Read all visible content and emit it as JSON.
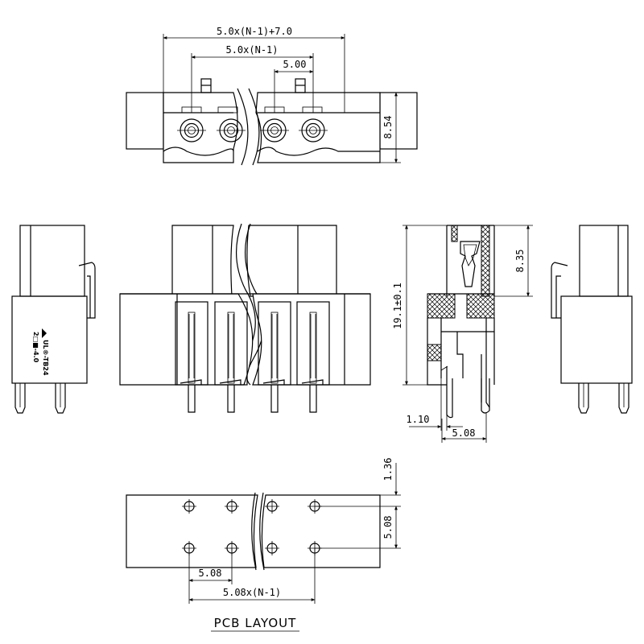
{
  "top_view": {
    "dim_overall": "5.0x(N-1)+7.0",
    "dim_span": "5.0x(N-1)",
    "dim_pitch": "5.00",
    "dim_height": "8.54",
    "screw_count": 4
  },
  "front_view": {
    "pin_count": 4
  },
  "left_side_view": {
    "marking_line1": "UL®-TB24",
    "marking_line2": "2□■-4.0"
  },
  "section_view": {
    "dim_total_height": "19.1±0.1",
    "dim_upper_height": "8.35",
    "dim_offset": "1.10",
    "dim_pin_pitch": "5.08"
  },
  "pcb_layout": {
    "caption": "PCB LAYOUT",
    "dim_edge": "1.36",
    "dim_row_spacing": "5.08",
    "dim_pitch": "5.08",
    "dim_span": "5.08x(N-1)",
    "columns": 4,
    "rows": 2
  }
}
